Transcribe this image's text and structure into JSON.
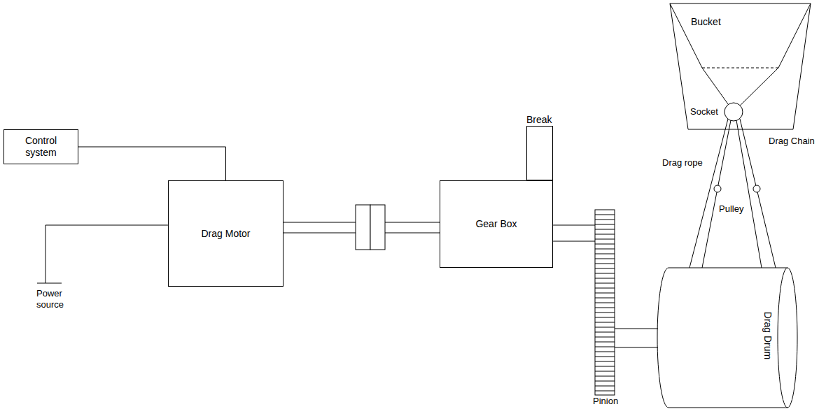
{
  "diagram": {
    "nodes": [
      {
        "text": [
          "Control system"
        ]
      },
      {
        "text": [
          "Drag Motor"
        ]
      },
      {
        "text": [
          "Break"
        ]
      },
      {
        "text": [
          "Gear Box"
        ]
      },
      {
        "text": [
          "Bucket"
        ]
      },
      {
        "text": [
          "Drag Drum"
        ]
      }
    ],
    "edges": [
      {
        "from": 0,
        "to": 1,
        "arrow": "none"
      }
    ],
    "labels": [
      "Socket",
      "Drag Chain",
      "Drag rope",
      "Pulley",
      "Power source",
      "Pinion"
    ]
  }
}
